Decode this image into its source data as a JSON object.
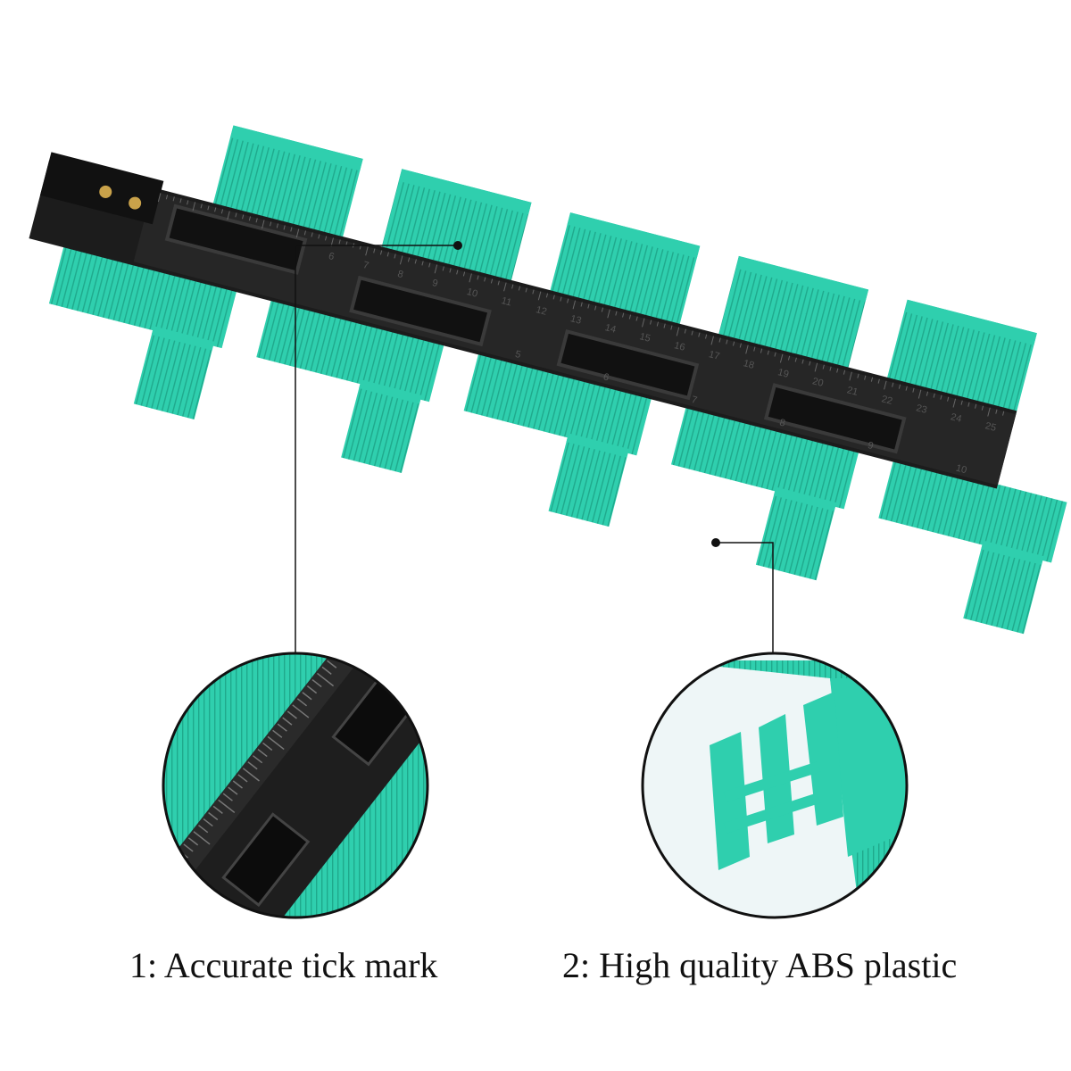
{
  "captions": [
    {
      "text": "1: Accurate tick mark"
    },
    {
      "text": "2: High quality ABS plastic"
    }
  ],
  "ruler_numbers_cm": [
    "6",
    "7",
    "8",
    "9",
    "10",
    "11",
    "12",
    "13",
    "14",
    "15",
    "16",
    "17",
    "18",
    "19",
    "20",
    "21",
    "22",
    "23",
    "24",
    "25"
  ],
  "ruler_numbers_inch": [
    "5",
    "6",
    "7",
    "8",
    "9",
    "10"
  ],
  "colors": {
    "teal": "#2fcfae",
    "teal_dark": "#1fa98c",
    "ruler_black": "#1c1c1c",
    "background": "#ffffff"
  }
}
